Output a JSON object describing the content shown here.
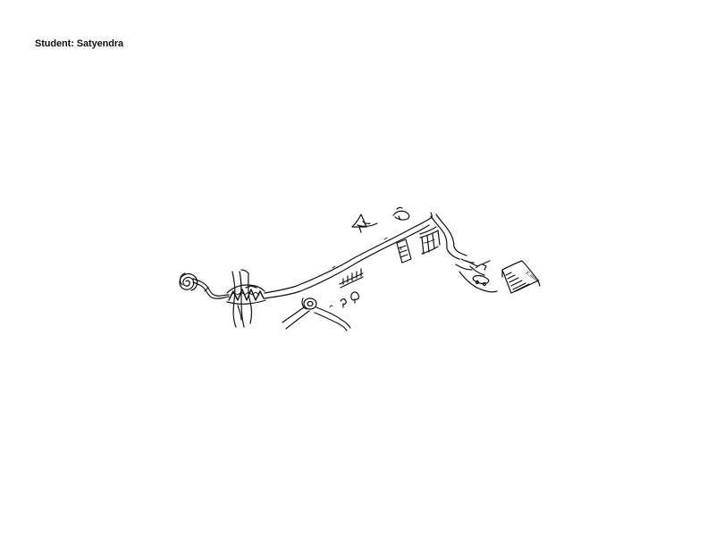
{
  "header": {
    "student_label": "Student: Satyendra"
  },
  "map": {
    "medium": "hand-drawn pencil sketch map",
    "ink_color": "#111111",
    "background_color": "#ffffff",
    "landmarks": [
      {
        "name": "spiral-start-icon"
      },
      {
        "name": "river-crossing"
      },
      {
        "name": "bridge"
      },
      {
        "name": "main-road"
      },
      {
        "name": "roundabout"
      },
      {
        "name": "side-road"
      },
      {
        "name": "fence"
      },
      {
        "name": "trees"
      },
      {
        "name": "signboard"
      },
      {
        "name": "bird-tree"
      },
      {
        "name": "tall-building"
      },
      {
        "name": "row-of-shops"
      },
      {
        "name": "destination-building"
      },
      {
        "name": "gate"
      },
      {
        "name": "car"
      }
    ],
    "destination_scribble": "E.mont"
  }
}
